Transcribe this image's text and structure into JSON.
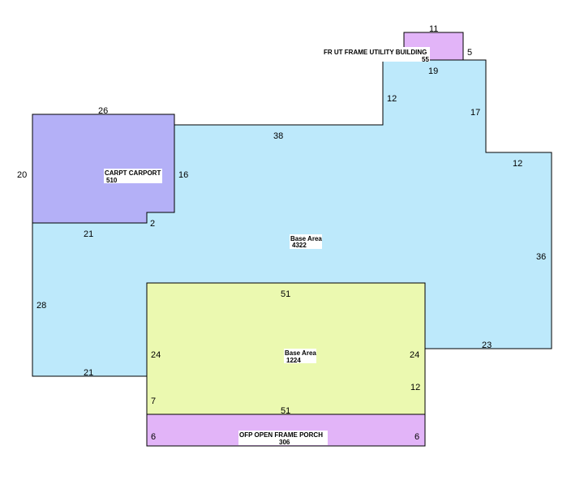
{
  "colors": {
    "base_area": "#bde9fb",
    "carport": "#b4b0f7",
    "utility": "#e2b4f8",
    "base_area_2": "#ebf9b0",
    "porch": "#e2b4f8",
    "outline": "#000000"
  },
  "areas": {
    "base_area_main": {
      "code": "Base Area",
      "value": "4322"
    },
    "carport": {
      "code": "CARPT CARPORT",
      "value": "510"
    },
    "utility": {
      "code": "FR UT FRAME UTILITY BUILDING",
      "value": "55"
    },
    "base_area_2": {
      "code": "Base Area",
      "value": "1224"
    },
    "porch": {
      "code": "OFP   OPEN FRAME PORCH",
      "value": "306"
    }
  },
  "dimensions": {
    "utility_top": "11",
    "utility_right": "5",
    "main_top_right_step": "19",
    "main_upper_left_wall": "12",
    "main_right_upper": "17",
    "main_right_step": "12",
    "main_right_wall": "36",
    "main_top": "38",
    "carport_top": "26",
    "carport_left": "20",
    "carport_right": "16",
    "carport_notch": "2",
    "main_left_top": "21",
    "main_left": "28",
    "main_bottom_left": "21",
    "main_bottom_right": "23",
    "b2_top": "51",
    "b2_left": "24",
    "b2_right": "24",
    "b2_right_lower": "12",
    "b2_left_lower": "7",
    "b2_bottom": "51",
    "porch_left": "6",
    "porch_right": "6"
  }
}
